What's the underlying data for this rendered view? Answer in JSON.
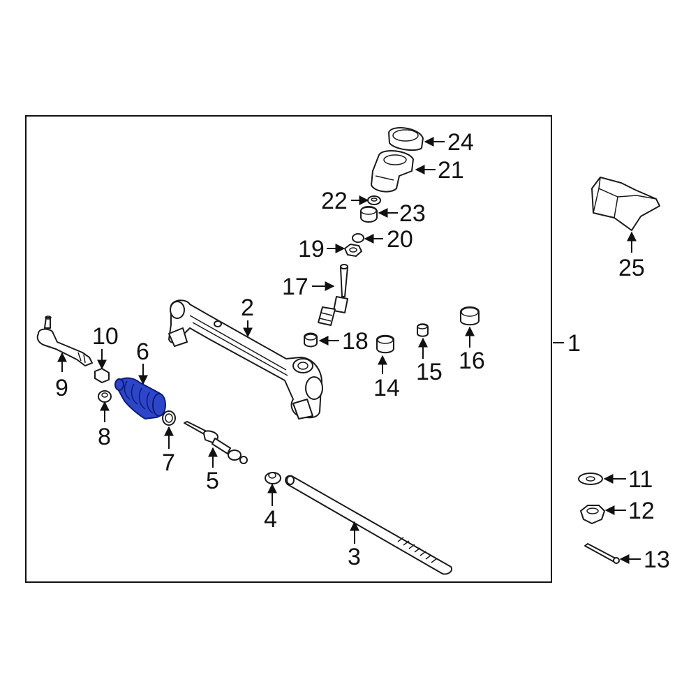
{
  "colors": {
    "line": "#1a1a1a",
    "background": "#ffffff",
    "highlight_fill": "#2d46c8",
    "highlight_stroke": "#0b1a7a"
  },
  "callouts": {
    "c1": "1",
    "c2": "2",
    "c3": "3",
    "c4": "4",
    "c5": "5",
    "c6": "6",
    "c7": "7",
    "c8": "8",
    "c9": "9",
    "c10": "10",
    "c11": "11",
    "c12": "12",
    "c13": "13",
    "c14": "14",
    "c15": "15",
    "c16": "16",
    "c17": "17",
    "c18": "18",
    "c19": "19",
    "c20": "20",
    "c21": "21",
    "c22": "22",
    "c23": "23",
    "c24": "24",
    "c25": "25"
  },
  "highlighted_part": "6"
}
